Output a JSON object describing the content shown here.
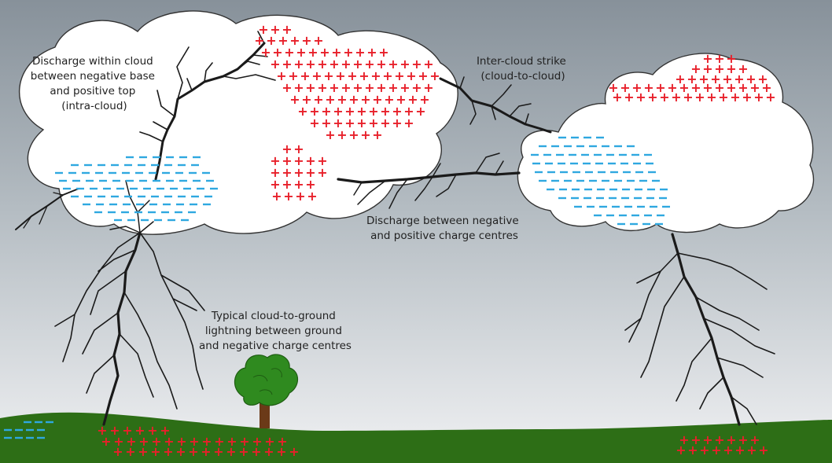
{
  "diagram": {
    "labels": {
      "intra_cloud": [
        "Discharge within cloud",
        "between negative base",
        "and positive top",
        "(intra-cloud)"
      ],
      "inter_cloud": [
        "Inter-cloud strike",
        "(cloud-to-cloud)"
      ],
      "charge_centres": [
        "Discharge between negative",
        "and positive charge centres"
      ],
      "cloud_to_ground": [
        "Typical cloud-to-ground",
        "lightning between ground",
        "and negative charge centres"
      ]
    },
    "charge_symbols": {
      "positive": "+",
      "negative": "−"
    },
    "colors": {
      "sky_top": "#8a949c",
      "sky_bottom": "#eef0f2",
      "ground": "#2d6e16",
      "positive_charge": "#e8202a",
      "negative_charge": "#2fa8e0",
      "lightning": "#1a1a1a",
      "cloud": "#ffffff"
    }
  }
}
